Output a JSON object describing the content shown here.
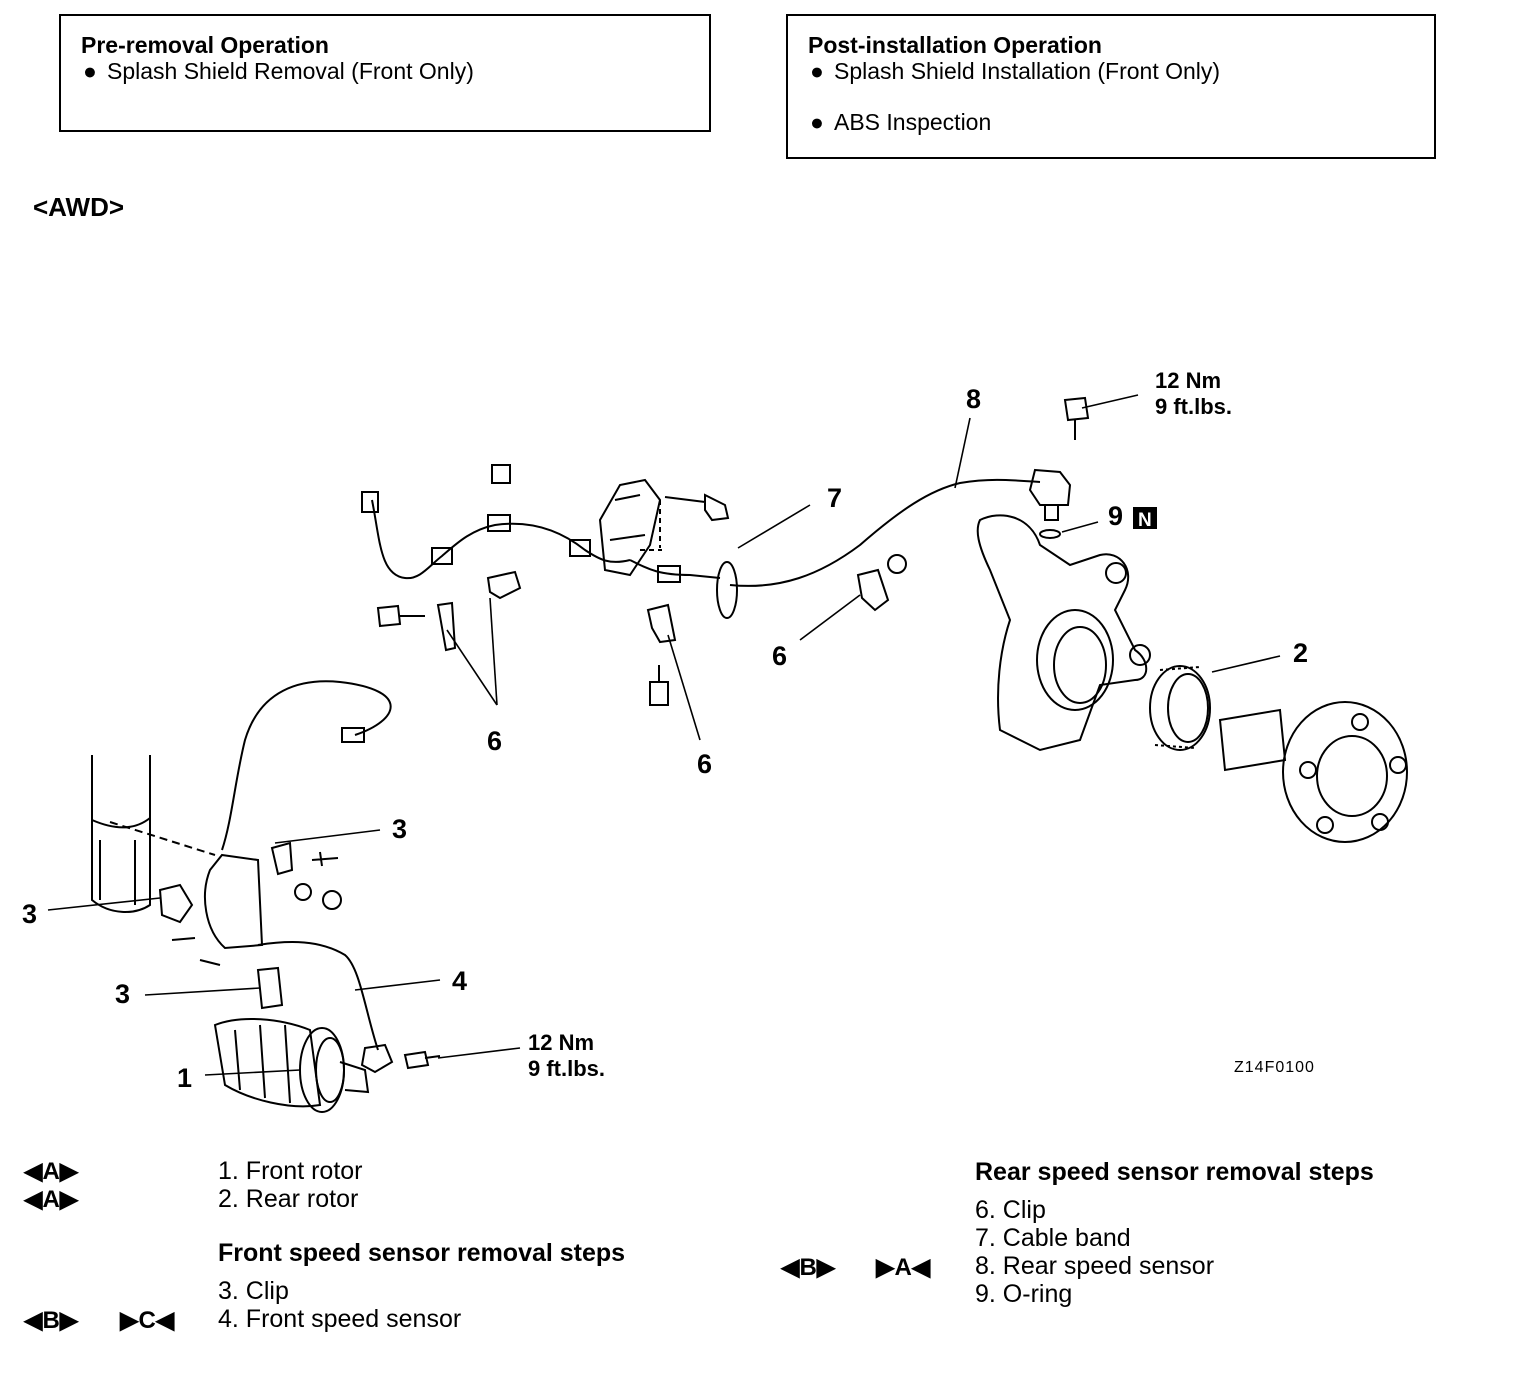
{
  "pre_removal": {
    "title": "Pre-removal Operation",
    "items": [
      "Splash Shield Removal (Front Only)"
    ]
  },
  "post_installation": {
    "title": "Post-installation Operation",
    "items": [
      "Splash Shield Installation (Front Only)",
      "ABS Inspection"
    ]
  },
  "variant": "<AWD>",
  "bullet_char": "●",
  "callouts": {
    "c1": "1",
    "c2": "2",
    "c3a": "3",
    "c3b": "3",
    "c3c": "3",
    "c4": "4",
    "c6a": "6",
    "c6b": "6",
    "c6c": "6",
    "c7": "7",
    "c8": "8",
    "c9": "9",
    "new_badge": "N"
  },
  "torque_top": {
    "nm": "12 Nm",
    "ftlbs": "9 ft.lbs."
  },
  "torque_bottom": {
    "nm": "12 Nm",
    "ftlbs": "9 ft.lbs."
  },
  "figure_code": "Z14F0100",
  "markers": {
    "m1": "◀A▶",
    "m2": "◀A▶",
    "m4a": "◀B▶",
    "m4b": "▶C◀",
    "m8a": "◀B▶",
    "m8b": "▶A◀"
  },
  "left_steps": {
    "items_top": [
      "1. Front rotor",
      "2. Rear rotor"
    ],
    "heading": "Front speed sensor removal steps",
    "items": [
      "3. Clip",
      "4. Front speed sensor"
    ]
  },
  "right_steps": {
    "heading": "Rear speed sensor removal steps",
    "items": [
      "6. Clip",
      "7. Cable band",
      "8. Rear speed sensor",
      "9. O-ring"
    ]
  }
}
